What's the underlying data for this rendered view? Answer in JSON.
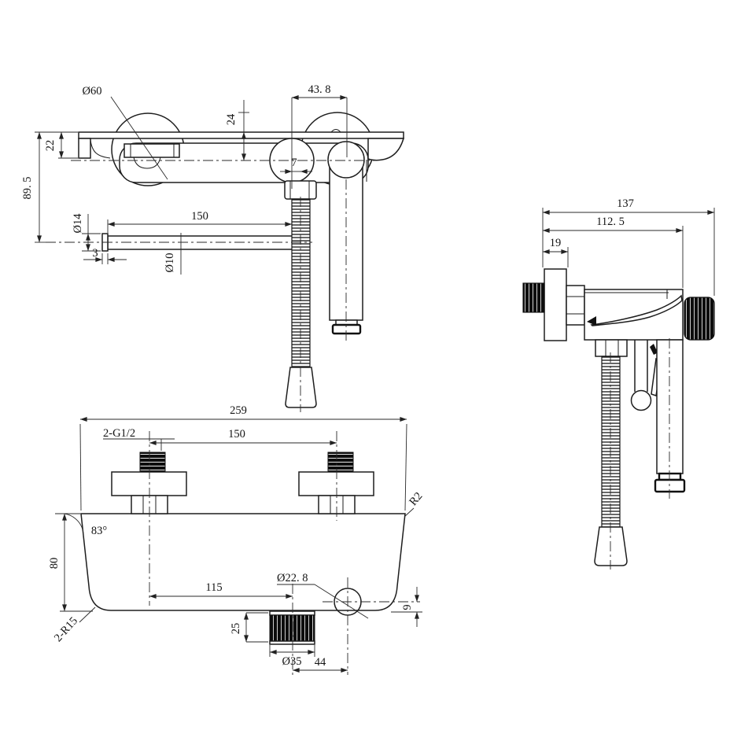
{
  "drawing": {
    "front": {
      "dia60": "Ø60",
      "d43_8": "43. 8",
      "d24": "24",
      "d22": "22",
      "d89_5": "89. 5",
      "dia14": "Ø14",
      "d150": "150",
      "d3": "3",
      "dia10": "Ø10",
      "d7": "7"
    },
    "side": {
      "d137": "137",
      "d112_5": "112. 5",
      "d19": "19"
    },
    "bottom": {
      "d259": "259",
      "thread": "2-G1/2",
      "d150": "150",
      "r2": "R2",
      "angle83": "83°",
      "d80": "80",
      "d115": "115",
      "dia22_8": "Ø22. 8",
      "d9": "9",
      "d25": "25",
      "dia35": "Ø35",
      "d44": "44",
      "radius15": "2-R15"
    }
  },
  "colors": {
    "background": "#ffffff",
    "line": "#1e1e1e",
    "black_fill": "#0d0d0d"
  }
}
